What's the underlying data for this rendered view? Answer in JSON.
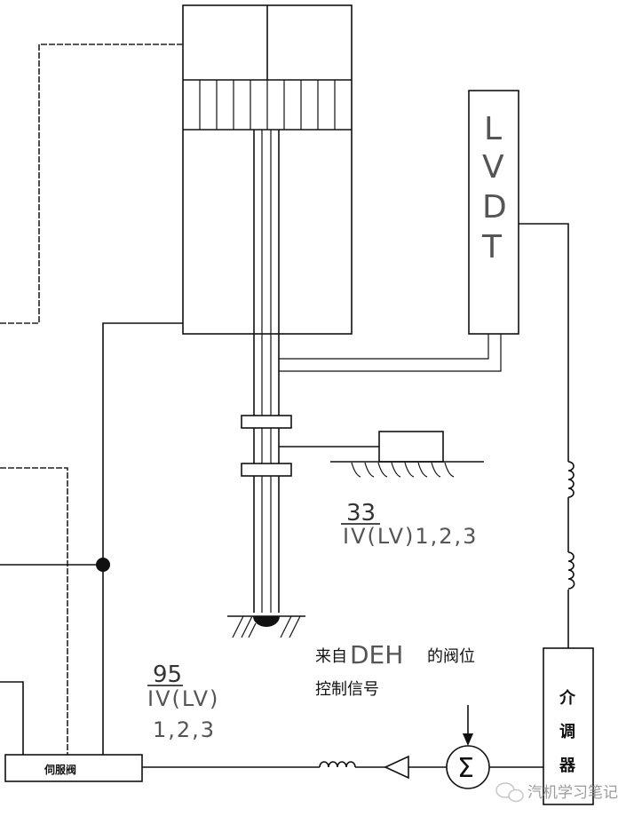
{
  "lvdt": {
    "letters": [
      "L",
      "V",
      "D",
      "T"
    ]
  },
  "sensor_label": {
    "number": "33",
    "text": "IV(LV)1,2,3"
  },
  "actuator_label": {
    "number": "95",
    "line1": "IV(LV)",
    "line2": "1,2,3"
  },
  "deh_signal": {
    "line1_prefix": "来自",
    "line1_mid": "DEH",
    "line1_suffix": "的阀位",
    "line2": "控制信号"
  },
  "servo_valve": {
    "label": "伺服阀"
  },
  "regulator": {
    "chars": [
      "介",
      "调",
      "器"
    ]
  },
  "summing_junction": {
    "symbol": "Σ"
  },
  "watermark": {
    "text": "汽机学习笔记"
  }
}
